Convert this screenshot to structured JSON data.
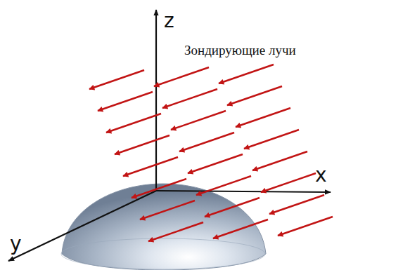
{
  "diagram": {
    "labels": [
      "z",
      "x",
      "y",
      "Зондирующие лучи"
    ]
  }
}
